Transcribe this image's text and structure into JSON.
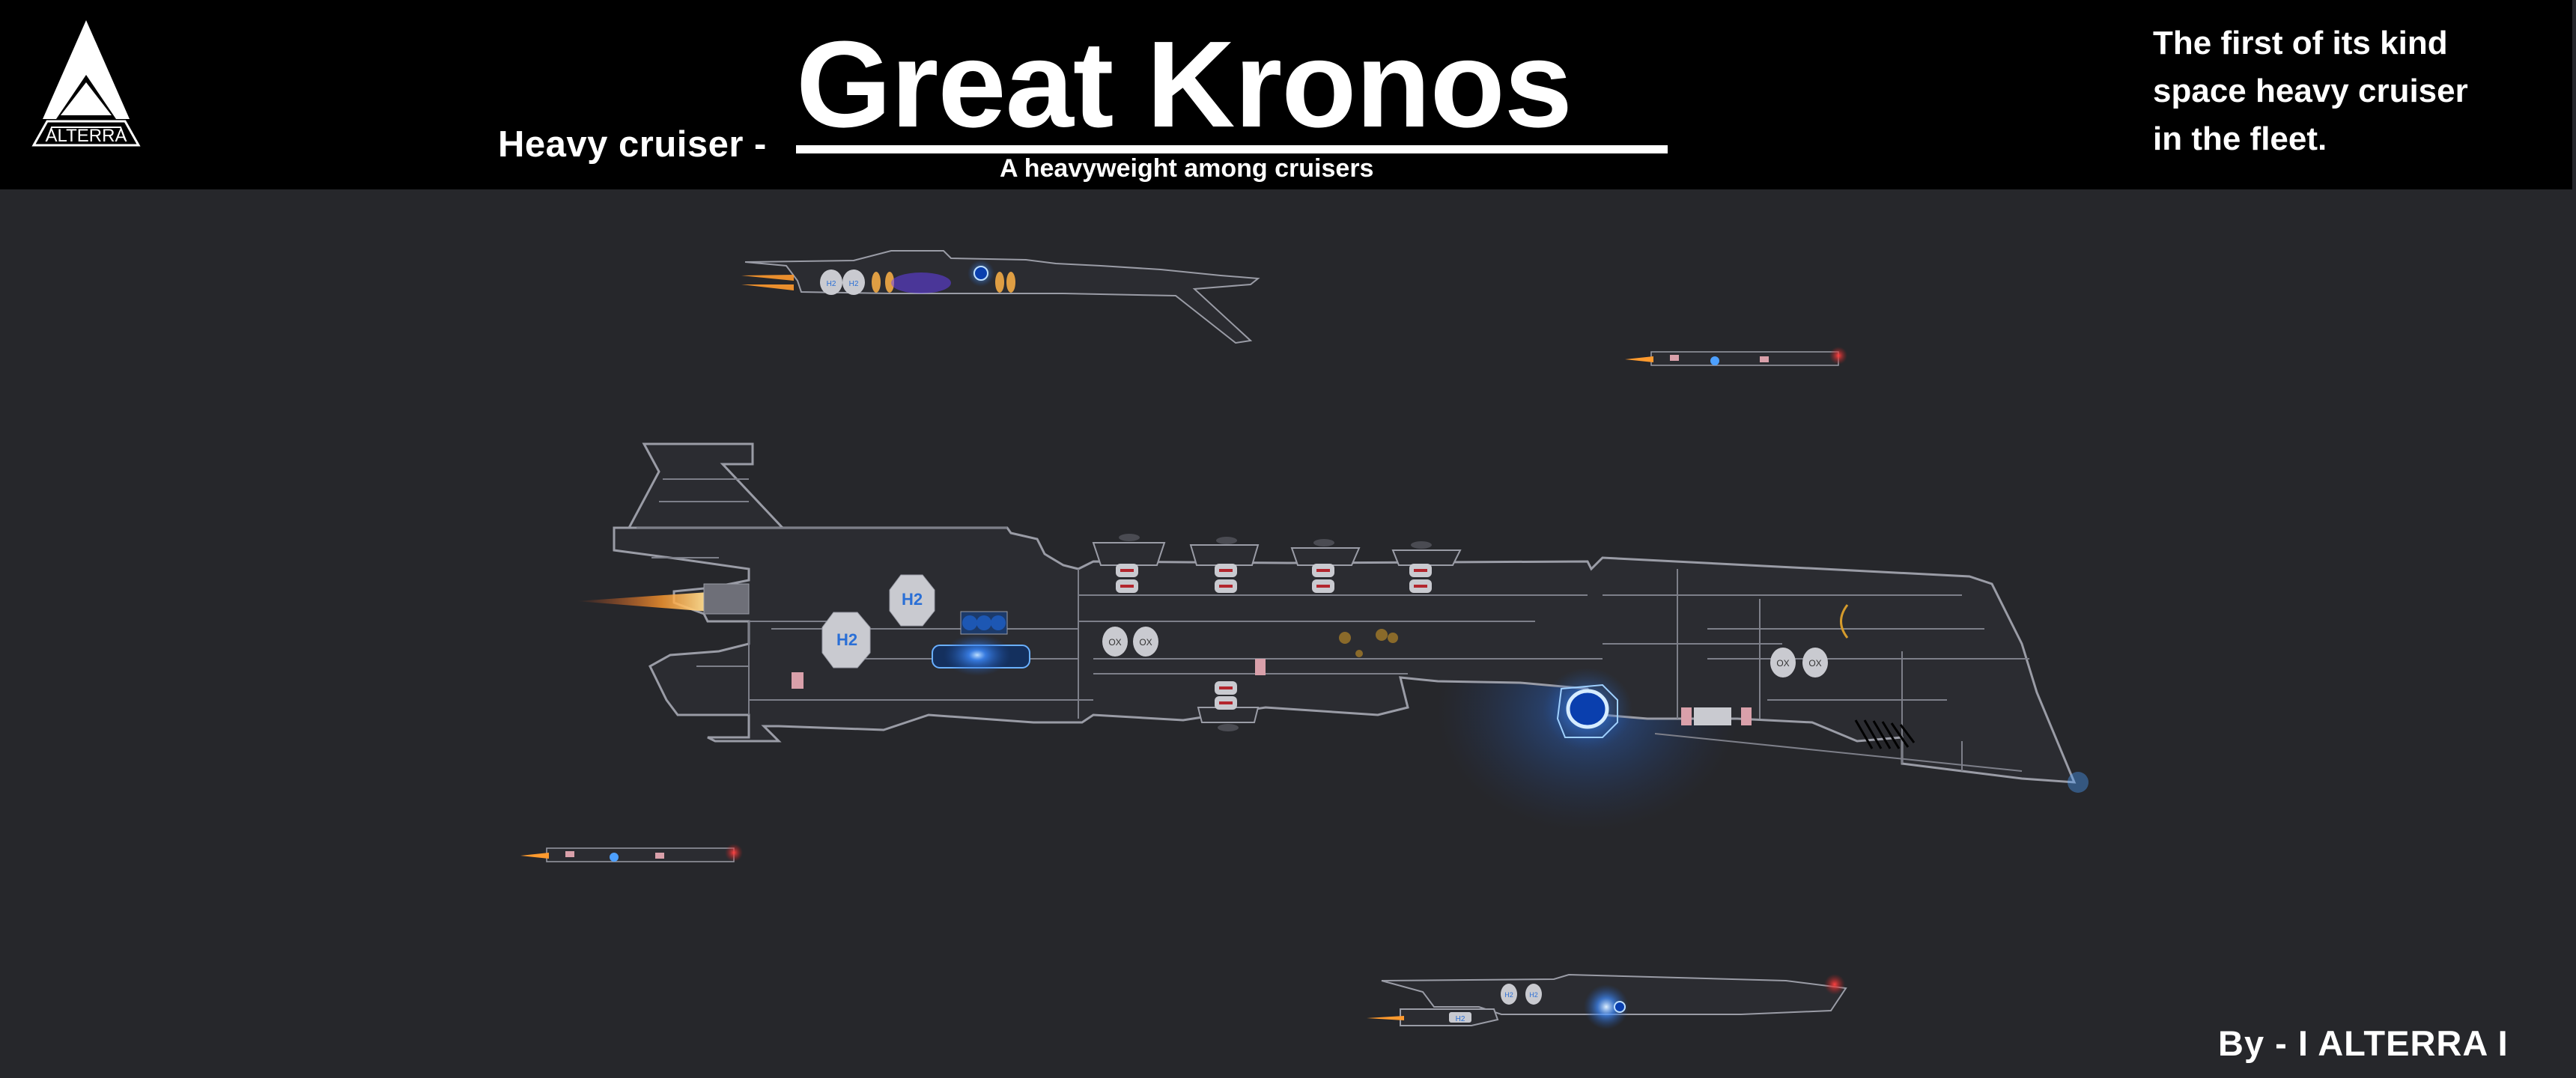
{
  "header": {
    "brand": "ALTERRA",
    "logo_icon": "alterra-triangle-logo-icon",
    "kicker": "Heavy cruiser -",
    "title": "Great Kronos",
    "subtitle": "A heavyweight among cruisers",
    "tagline": [
      "The first of its kind",
      "space heavy cruiser",
      "in the fleet."
    ]
  },
  "footer": {
    "signature": "By - I ALTERRA I"
  },
  "ships": {
    "main": {
      "name": "great-kronos-heavy-cruiser",
      "tank_labels": [
        "H2",
        "H2",
        "OX",
        "OX",
        "OX",
        "OX"
      ],
      "colors": {
        "hull_line": "#9a9ca6",
        "hull_fill": "#2b2c31",
        "engine_glow": "#ffb347",
        "reactor_glow": "#3f8cff",
        "tank": "#c9cad0",
        "tank_text": "#2a6fd6",
        "pod_label": "#b3262e"
      }
    },
    "escorts": [
      {
        "name": "escort-ship-top",
        "tank_labels": [
          "H2",
          "H2"
        ]
      },
      {
        "name": "escort-corvette-right"
      },
      {
        "name": "escort-corvette-left"
      },
      {
        "name": "escort-ship-bottom",
        "tank_labels": [
          "H2",
          "H2",
          "H2"
        ]
      }
    ]
  },
  "colors": {
    "background": "#26272b",
    "header_bg": "#000000",
    "text": "#ffffff"
  }
}
